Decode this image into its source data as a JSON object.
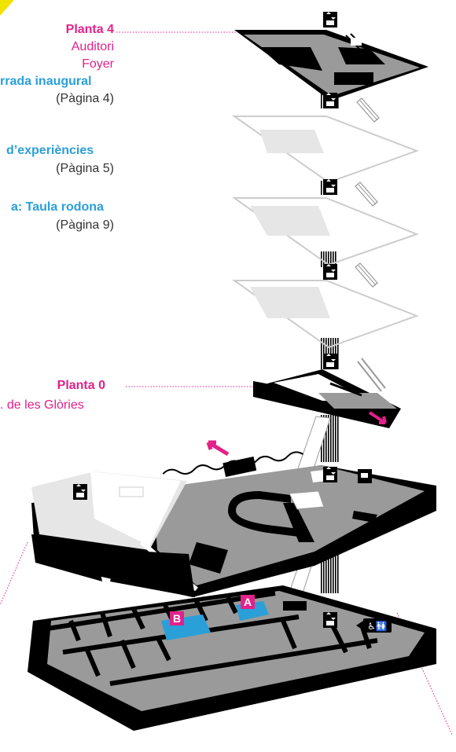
{
  "colors": {
    "accent_pink": "#e2218a",
    "accent_blue": "#2a9fd8",
    "floor_dark": "#000000",
    "floor_grey": "#9a9a9a",
    "room_blue": "#2a9fd8"
  },
  "legend": {
    "planta4": "Planta 4",
    "auditori": "Auditori",
    "foyer": "Foyer",
    "jornada": "rrada inaugural",
    "pag4": "(Pàgina 4)",
    "experiencies": "d’experiències",
    "pag5": "(Pàgina 5)",
    "taula": "a: Taula rodona",
    "pag9": "(Pàgina 9)",
    "planta0": "Planta 0",
    "glories": ". de les Glòries"
  },
  "rooms": {
    "a": "A",
    "b": "B"
  },
  "icons": {
    "elevator": "elevator-icon",
    "cafe": "coffee-cup-icon",
    "accessible_wc": "accessible-restroom-icon",
    "escalator": "escalator-icon",
    "arrow_exit": "arrow-icon"
  }
}
